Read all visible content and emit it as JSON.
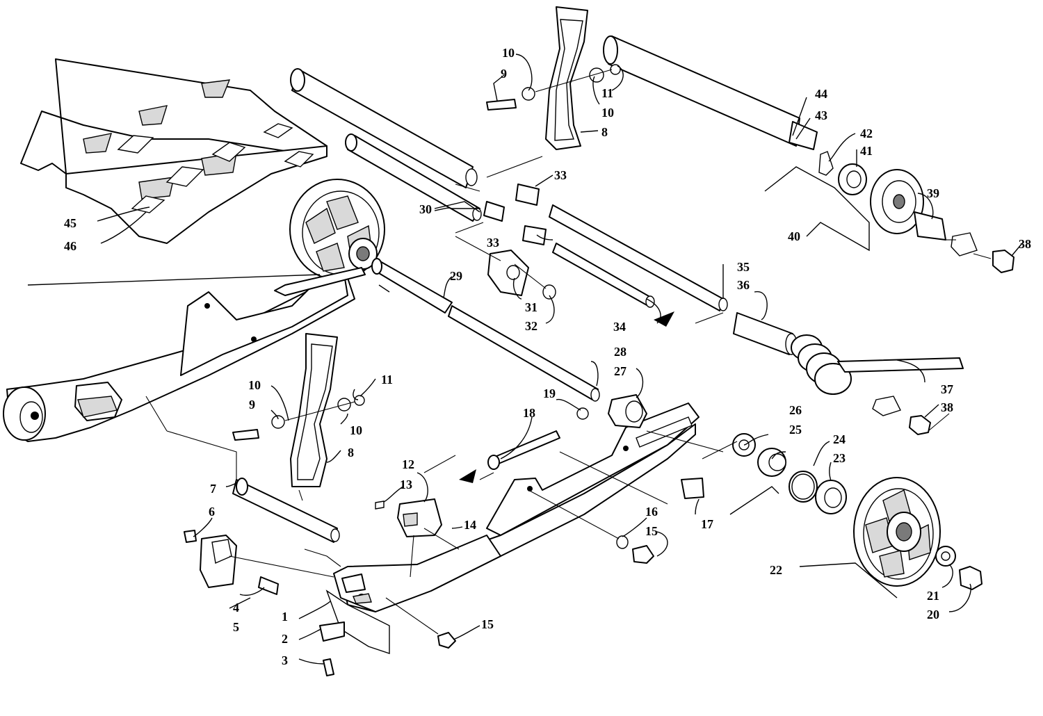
{
  "callouts": [
    {
      "id": "c1",
      "label": "1"
    },
    {
      "id": "c2",
      "label": "2"
    },
    {
      "id": "c3",
      "label": "3"
    },
    {
      "id": "c4",
      "label": "4"
    },
    {
      "id": "c5",
      "label": "5"
    },
    {
      "id": "c6",
      "label": "6"
    },
    {
      "id": "c7",
      "label": "7"
    },
    {
      "id": "c8a",
      "label": "8"
    },
    {
      "id": "c8b",
      "label": "8"
    },
    {
      "id": "c9a",
      "label": "9"
    },
    {
      "id": "c9b",
      "label": "9"
    },
    {
      "id": "c10a",
      "label": "10"
    },
    {
      "id": "c10b",
      "label": "10"
    },
    {
      "id": "c10c",
      "label": "10"
    },
    {
      "id": "c10d",
      "label": "10"
    },
    {
      "id": "c11a",
      "label": "11"
    },
    {
      "id": "c11b",
      "label": "11"
    },
    {
      "id": "c12",
      "label": "12"
    },
    {
      "id": "c13",
      "label": "13"
    },
    {
      "id": "c14",
      "label": "14"
    },
    {
      "id": "c15a",
      "label": "15"
    },
    {
      "id": "c15b",
      "label": "15"
    },
    {
      "id": "c16",
      "label": "16"
    },
    {
      "id": "c17",
      "label": "17"
    },
    {
      "id": "c18",
      "label": "18"
    },
    {
      "id": "c19",
      "label": "19"
    },
    {
      "id": "c20",
      "label": "20"
    },
    {
      "id": "c21",
      "label": "21"
    },
    {
      "id": "c22",
      "label": "22"
    },
    {
      "id": "c23",
      "label": "23"
    },
    {
      "id": "c24",
      "label": "24"
    },
    {
      "id": "c25",
      "label": "25"
    },
    {
      "id": "c26",
      "label": "26"
    },
    {
      "id": "c27",
      "label": "27"
    },
    {
      "id": "c28",
      "label": "28"
    },
    {
      "id": "c29",
      "label": "29"
    },
    {
      "id": "c30",
      "label": "30"
    },
    {
      "id": "c31",
      "label": "31"
    },
    {
      "id": "c32",
      "label": "32"
    },
    {
      "id": "c33a",
      "label": "33"
    },
    {
      "id": "c33b",
      "label": "33"
    },
    {
      "id": "c34",
      "label": "34"
    },
    {
      "id": "c35",
      "label": "35"
    },
    {
      "id": "c36",
      "label": "36"
    },
    {
      "id": "c37",
      "label": "37"
    },
    {
      "id": "c38a",
      "label": "38"
    },
    {
      "id": "c38b",
      "label": "38"
    },
    {
      "id": "c39",
      "label": "39"
    },
    {
      "id": "c40",
      "label": "40"
    },
    {
      "id": "c41",
      "label": "41"
    },
    {
      "id": "c42",
      "label": "42"
    },
    {
      "id": "c43",
      "label": "43"
    },
    {
      "id": "c44",
      "label": "44"
    },
    {
      "id": "c45",
      "label": "45"
    },
    {
      "id": "c46",
      "label": "46"
    }
  ]
}
